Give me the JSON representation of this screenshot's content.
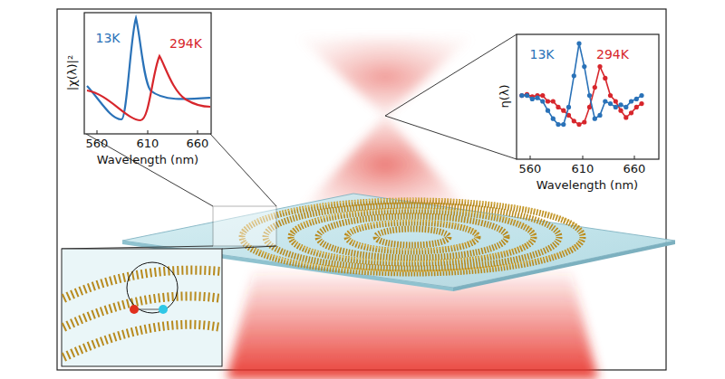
{
  "diagram": {
    "labels": [
      "|χ(λ)|²",
      "13K",
      "294K",
      "560",
      "610",
      "660",
      "Wavelength (nm)",
      "η(λ)",
      "13K",
      "294K",
      "560",
      "610",
      "660",
      "Wavelength (nm)"
    ]
  }
}
